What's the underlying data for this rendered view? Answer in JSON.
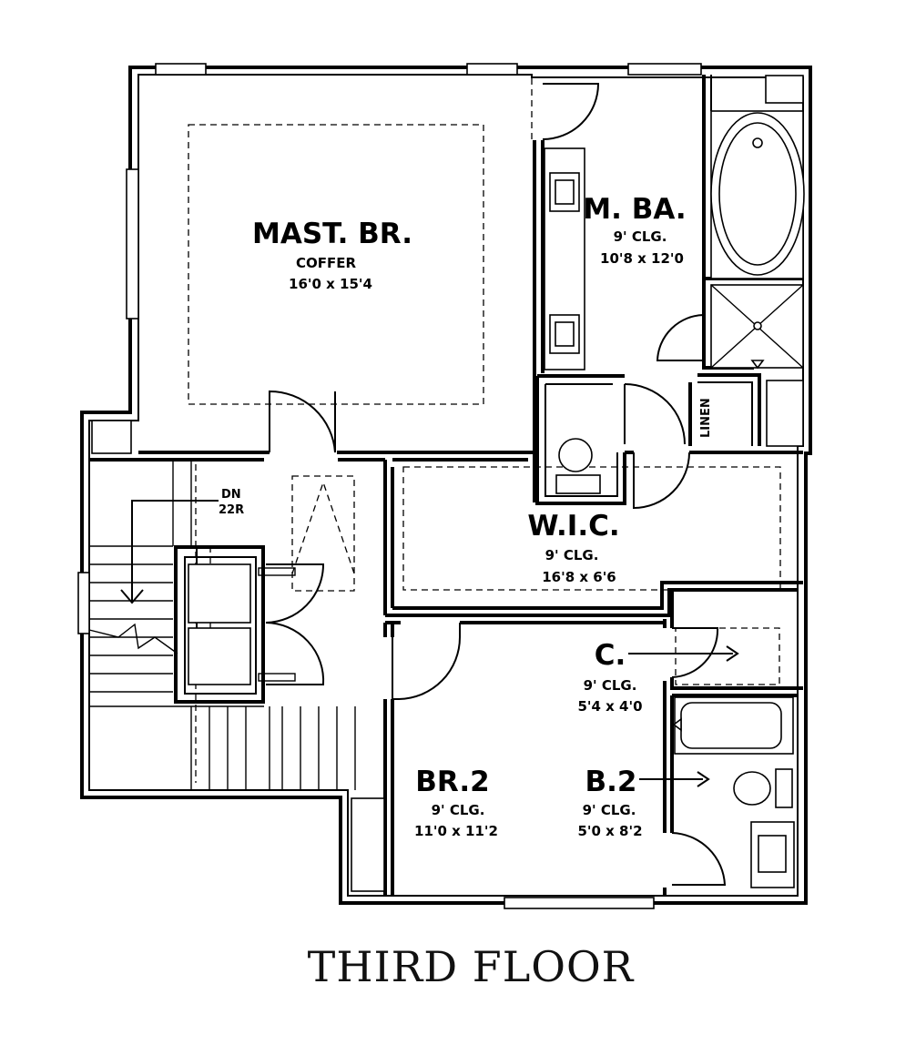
{
  "title": "THIRD FLOOR",
  "rooms": {
    "master_bedroom": {
      "name": "MAST. BR.",
      "line1": "COFFER",
      "line2": "16'0 x 15'4"
    },
    "master_bath": {
      "name": "M. BA.",
      "line1": "9' CLG.",
      "line2": "10'8 x 12'0"
    },
    "walk_in_closet": {
      "name": "W.I.C.",
      "line1": "9' CLG.",
      "line2": "16'8 x 6'6"
    },
    "closet": {
      "name": "C.",
      "line1": "9' CLG.",
      "line2": "5'4 x 4'0"
    },
    "bedroom_2": {
      "name": "BR.2",
      "line1": "9' CLG.",
      "line2": "11'0 x 11'2"
    },
    "bath_2": {
      "name": "B.2",
      "line1": "9' CLG.",
      "line2": "5'0 x 8'2"
    }
  },
  "labels": {
    "stair_dir": "DN",
    "stair_risers": "22R",
    "linen": "LINEN"
  }
}
